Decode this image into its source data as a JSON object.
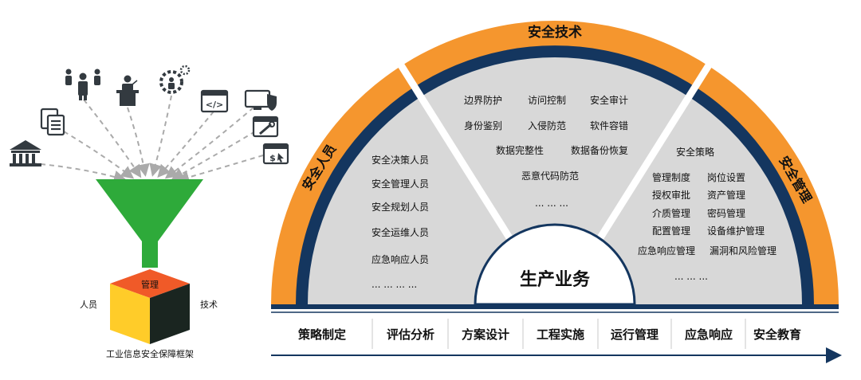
{
  "funnel": {
    "cube_top": "管理",
    "cube_left": "人员",
    "cube_right": "技术",
    "caption": "工业信息安全保障框架"
  },
  "arcs": {
    "technology": "安全技术",
    "personnel": "安全人员",
    "management": "安全管理"
  },
  "personnel_items": [
    "安全决策人员",
    "安全管理人员",
    "安全规划人员",
    "安全运维人员",
    "应急响应人员",
    "... ... ... ..."
  ],
  "technology_items": [
    "边界防护",
    "访问控制",
    "安全审计",
    "身份鉴别",
    "入侵防范",
    "软件容错",
    "数据完整性",
    "数据备份恢复",
    "恶意代码防范",
    "... ... ..."
  ],
  "management_items": [
    "安全策略",
    "管理制度",
    "岗位设置",
    "授权审批",
    "资产管理",
    "介质管理",
    "密码管理",
    "配置管理",
    "设备维护管理",
    "应急响应管理",
    "漏洞和风险管理",
    "... ... ..."
  ],
  "core": "生产业务",
  "phases": [
    "策略制定",
    "评估分析",
    "方案设计",
    "工程实施",
    "运行管理",
    "应急响应",
    "安全教育"
  ],
  "icons": [
    "bank-icon",
    "documents-icon",
    "people-group-icon",
    "speaker-podium-icon",
    "gear-person-icon",
    "code-window-icon",
    "shield-monitor-icon",
    "tools-window-icon",
    "payment-window-icon"
  ],
  "colors": {
    "orange": "#F5962E",
    "navy": "#14365F",
    "panel": "#D8D8D8",
    "funnel_green": "#2EAA3A",
    "cube_top": "#F05A28",
    "cube_left": "#FFCC29",
    "cube_right": "#1A2520"
  }
}
